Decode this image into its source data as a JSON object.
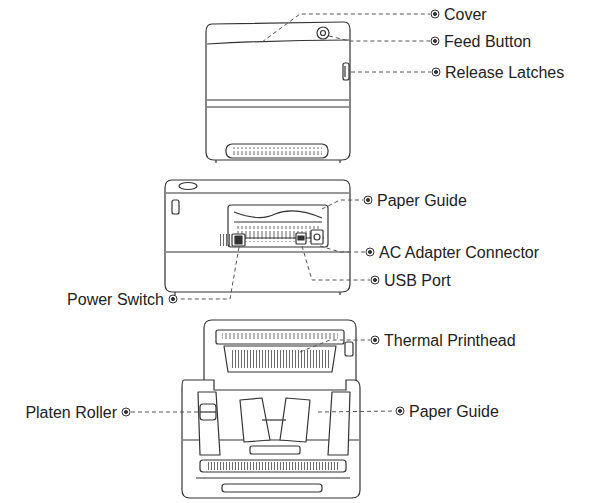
{
  "diagram": {
    "labels": [
      "Cover",
      "Feed Button",
      "Release Latches",
      "Paper Guide",
      "AC Adapter Connector",
      "USB Port",
      "Power Switch",
      "Thermal Printhead",
      "Platen Roller",
      "Paper Guide"
    ]
  }
}
